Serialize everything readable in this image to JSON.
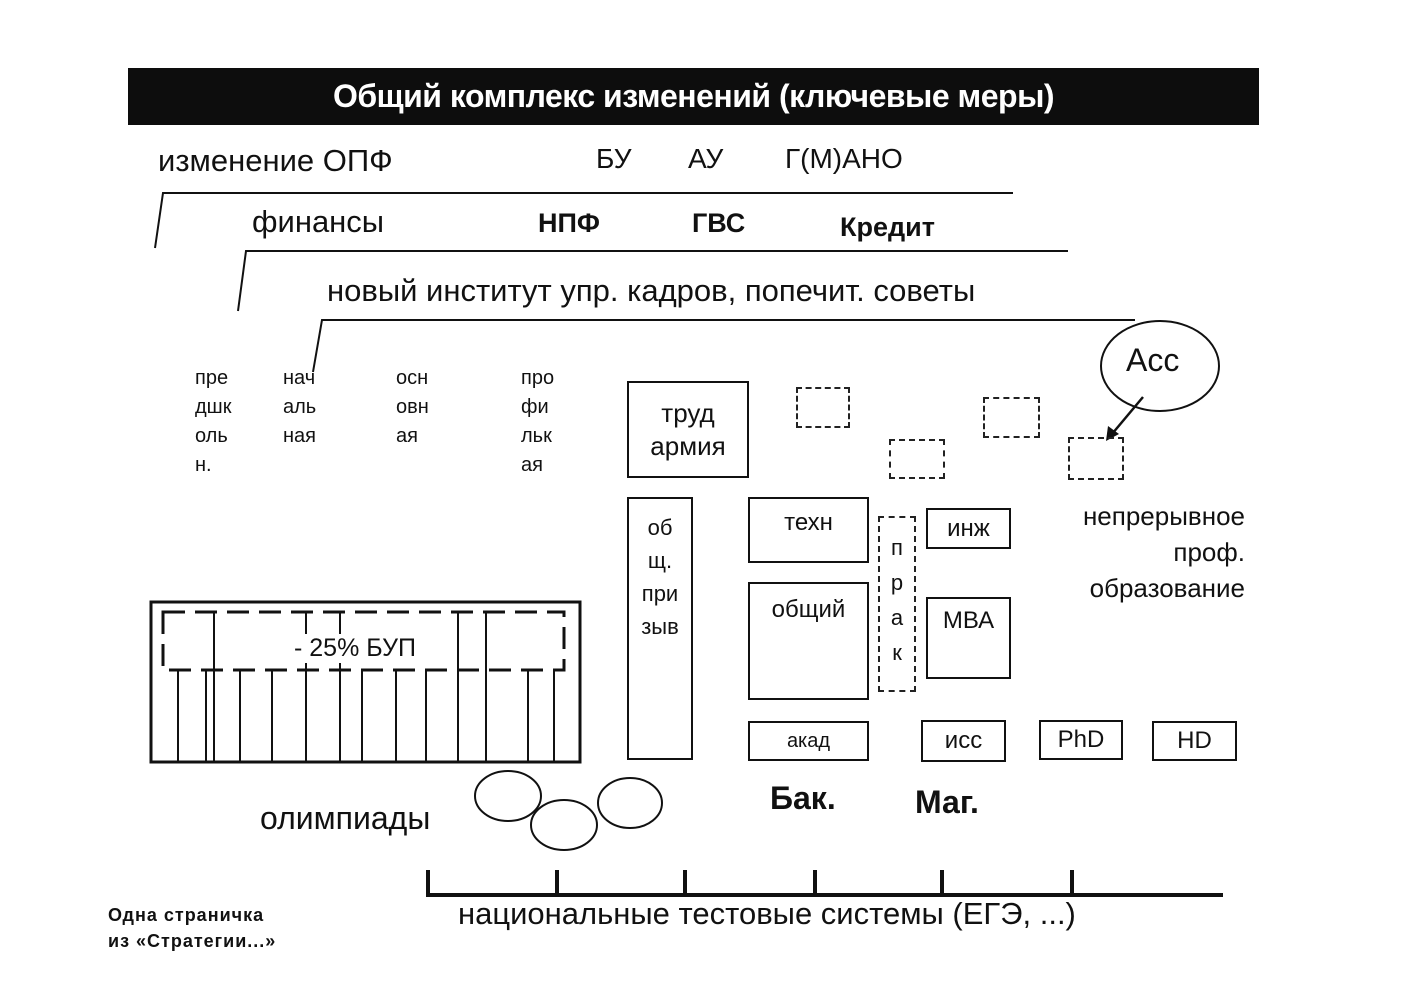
{
  "title": "Общий комплекс изменений (ключевые меры)",
  "rows": [
    {
      "label": "изменение ОПФ",
      "items": [
        "БУ",
        "АУ",
        "Г(М)АНО"
      ]
    },
    {
      "label": "финансы",
      "items": [
        "НПФ",
        "ГВС",
        "Кредит"
      ]
    },
    {
      "label": "новый институт упр. кадров, попечит. советы",
      "items": []
    }
  ],
  "school_levels": [
    "пре\nдшк\nоль\nн.",
    "нач\nаль\nная",
    "осн\nовн\nая",
    "про\nфи\nльк\nая"
  ],
  "boxes": {
    "trud_armia": "труд\nармия",
    "obsch_prizyv": "об\nщ.\nпри\nзыв",
    "tehn": "техн",
    "obschiy": "общий",
    "akad": "акад",
    "prak": "п\nр\nа\nк",
    "inzh": "инж",
    "mba": "МВА",
    "iss": "исс",
    "phd": "PhD",
    "hd": "HD",
    "bup": "- 25% БУП"
  },
  "acc_label": "Асс",
  "continuous": "непрерывное\nпроф.\nобразование",
  "olympiads": "олимпиады",
  "degree_labels": {
    "bak": "Бак.",
    "mag": "Маг."
  },
  "timeline_label": "национальные тестовые системы (ЕГЭ, ...)",
  "footnote": "Одна страничка\nиз «Стратегии...»"
}
